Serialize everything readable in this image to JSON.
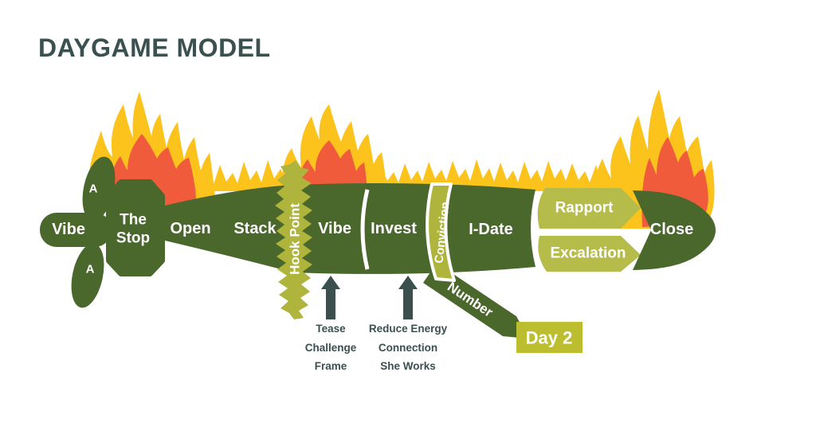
{
  "title": "DAYGAME MODEL",
  "colors": {
    "body_green": "#4a672c",
    "olive_band": "#aeb43c",
    "light_olive": "#b5bc49",
    "day2_yellow": "#bdbe2f",
    "flame_yellow": "#fbc31c",
    "flame_orange": "#f05b3b",
    "ink": "#3a4f4e"
  },
  "torpedo": {
    "tail_label": "Vibe",
    "propeller_top_label": "A",
    "propeller_bottom_label": "A",
    "segments": {
      "the_stop_line1": "The",
      "the_stop_line2": "Stop",
      "open": "Open",
      "stack": "Stack",
      "hook_point": "Hook Point",
      "vibe": "Vibe",
      "invest": "Invest",
      "conviction": "Conviction",
      "i_date": "I-Date",
      "rapport": "Rapport",
      "excalation": "Excalation",
      "close": "Close"
    }
  },
  "branch": {
    "number_label": "Number",
    "day2_label": "Day 2"
  },
  "annotations": {
    "vibe_notes": [
      "Tease",
      "Challenge",
      "Frame"
    ],
    "invest_notes": [
      "Reduce Energy",
      "Connection",
      "She Works"
    ]
  }
}
